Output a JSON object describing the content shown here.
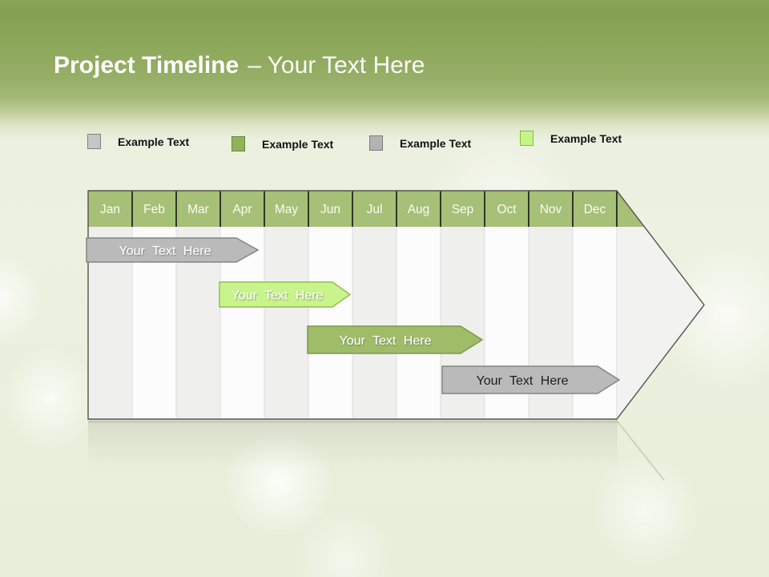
{
  "slide": {
    "title_bold": "Project Timeline",
    "title_rest": "– Your Text Here"
  },
  "legend": {
    "items": [
      {
        "label": "Example Text",
        "swatch": "gray-light",
        "swatch_color": "#c6c6c6",
        "swatch_border": "#818181"
      },
      {
        "label": "Example Text",
        "swatch": "olive-green",
        "swatch_color": "#93b158",
        "swatch_border": "#69853e"
      },
      {
        "label": "Example Text",
        "swatch": "gray",
        "swatch_color": "#b3b3b3",
        "swatch_border": "#7c7c7c"
      },
      {
        "label": "Example Text",
        "swatch": "light-green",
        "swatch_color": "#c6f587",
        "swatch_border": "#82bb42"
      }
    ]
  },
  "timeline": {
    "months": [
      "Jan",
      "Feb",
      "Mar",
      "Apr",
      "May",
      "Jun",
      "Jul",
      "Aug",
      "Sep",
      "Oct",
      "Nov",
      "Dec"
    ],
    "header_color": "#a6c077",
    "bars": [
      {
        "label": "Your Text Here",
        "fill": "#bababa",
        "border": "#848484",
        "text_color": "#ffffff",
        "start_month": "Jan",
        "end_month": "Apr"
      },
      {
        "label": "Your Text Here",
        "fill": "#c9f48c",
        "border": "#8fbd4f",
        "text_color": "#ffffff",
        "start_month": "Apr",
        "end_month": "Jun"
      },
      {
        "label": "Your Text Here",
        "fill": "#9fbc69",
        "border": "#7c9a48",
        "text_color": "#ffffff",
        "start_month": "Jun",
        "end_month": "Sep"
      },
      {
        "label": "Your Text Here",
        "fill": "#bababa",
        "border": "#848484",
        "text_color": "#1d1d1d",
        "start_month": "Sep",
        "end_month": "Dec"
      }
    ]
  },
  "chart_data": {
    "type": "bar",
    "subtype": "gantt-timeline",
    "title": "Project Timeline – Your Text Here",
    "categories": [
      "Jan",
      "Feb",
      "Mar",
      "Apr",
      "May",
      "Jun",
      "Jul",
      "Aug",
      "Sep",
      "Oct",
      "Nov",
      "Dec"
    ],
    "xlabel": "",
    "ylabel": "",
    "grid": "vertical month stripes",
    "legend_position": "top",
    "legend": [
      "Example Text",
      "Example Text",
      "Example Text",
      "Example Text"
    ],
    "series": [
      {
        "name": "bar-1",
        "label": "Your Text Here",
        "row": 1,
        "start_index": 0.0,
        "end_index": 3.85,
        "start_month": "Jan",
        "end_month": "mid Apr",
        "color": "#bababa"
      },
      {
        "name": "bar-2",
        "label": "Your Text Here",
        "row": 2,
        "start_index": 3.0,
        "end_index": 5.95,
        "start_month": "Apr",
        "end_month": "end Jun",
        "color": "#c9f48c"
      },
      {
        "name": "bar-3",
        "label": "Your Text Here",
        "row": 3,
        "start_index": 5.0,
        "end_index": 8.95,
        "start_month": "Jun",
        "end_month": "end Sep",
        "color": "#9fbc69"
      },
      {
        "name": "bar-4",
        "label": "Your Text Here",
        "row": 4,
        "start_index": 8.0,
        "end_index": 12.0,
        "start_month": "Sep",
        "end_month": "Dec",
        "color": "#bababa"
      }
    ]
  }
}
